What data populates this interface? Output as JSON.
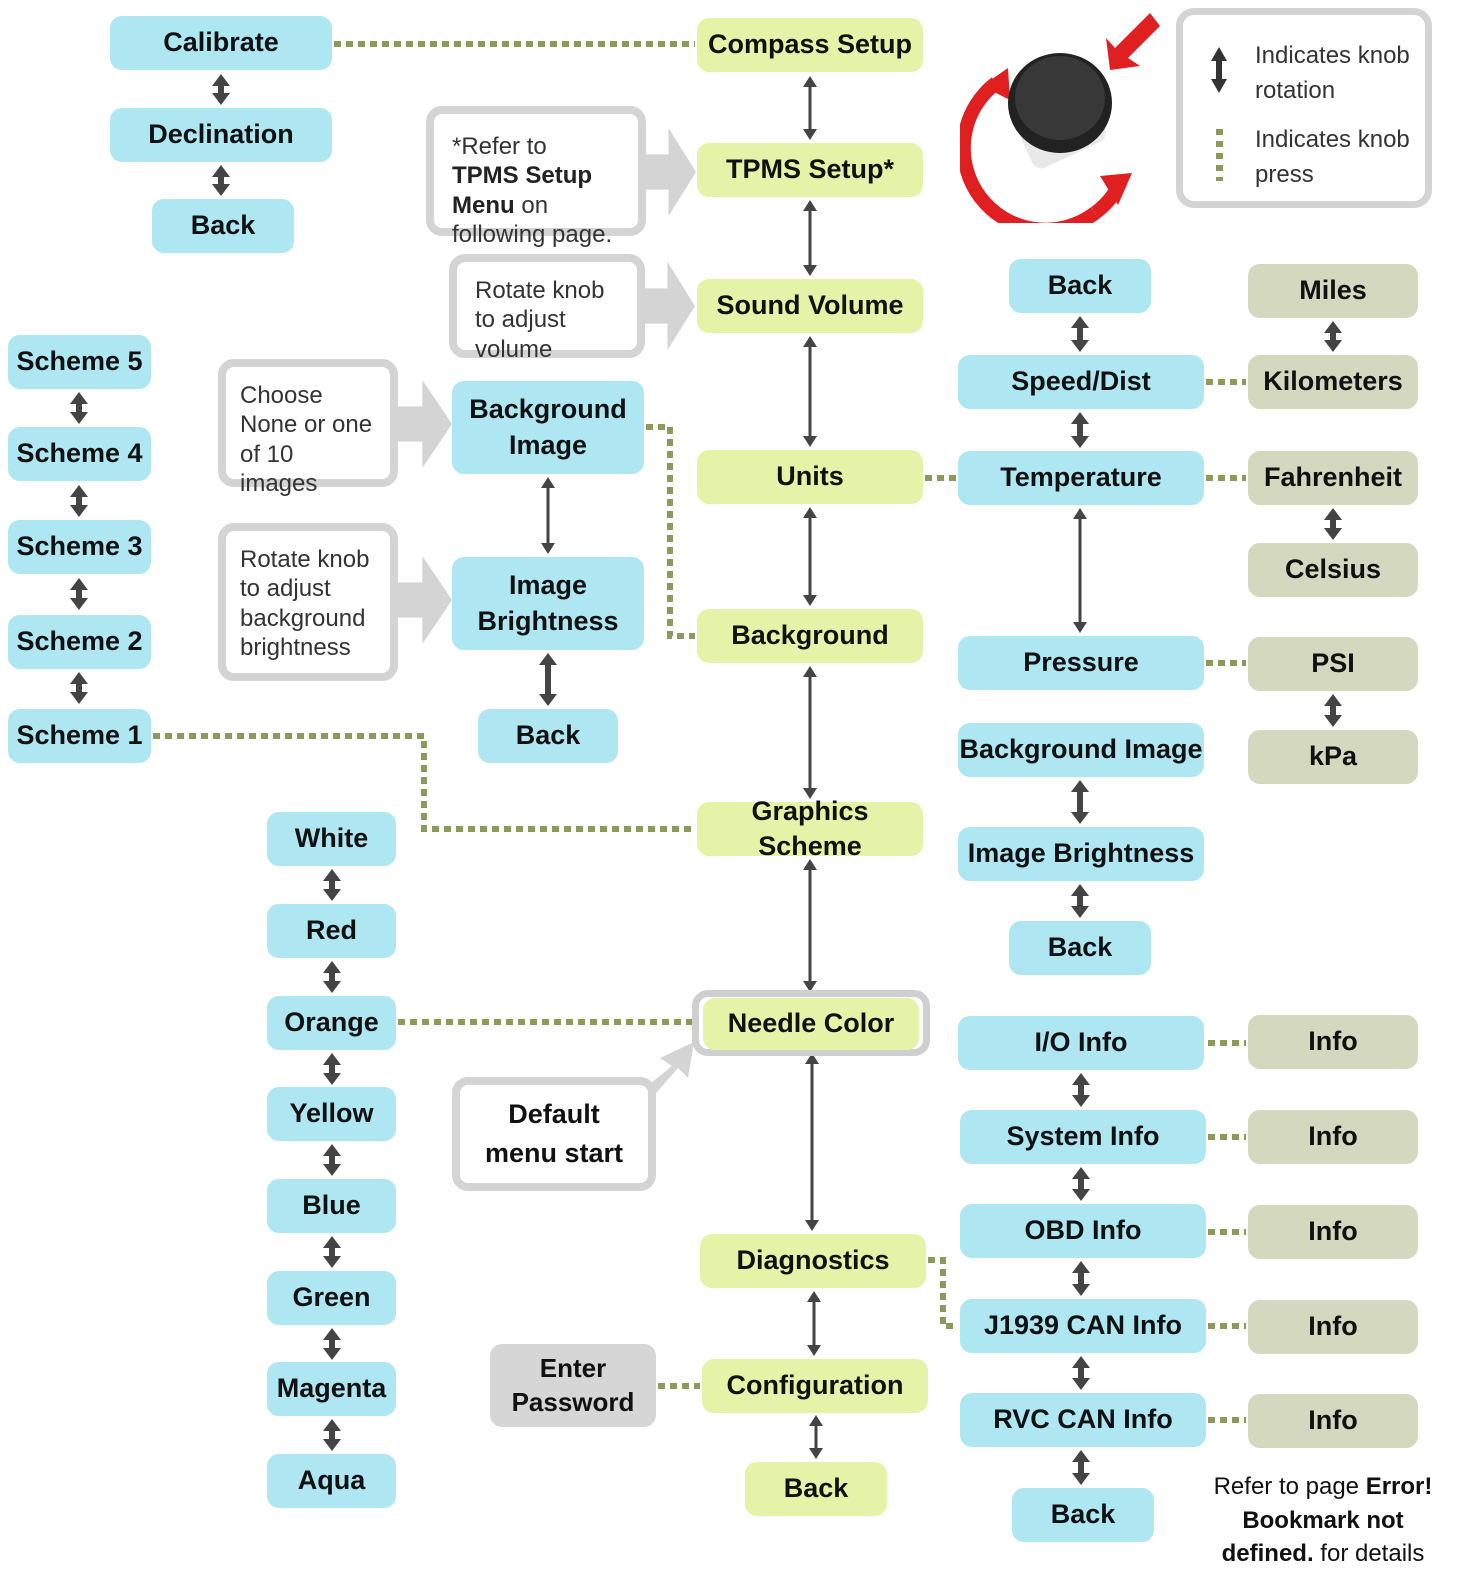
{
  "main_menu": {
    "compass_setup": "Compass Setup",
    "tpms_setup": "TPMS Setup*",
    "sound_volume": "Sound Volume",
    "units": "Units",
    "background": "Background",
    "graphics_scheme": "Graphics Scheme",
    "needle_color": "Needle Color",
    "diagnostics": "Diagnostics",
    "configuration": "Configuration",
    "back": "Back"
  },
  "compass_menu": {
    "calibrate": "Calibrate",
    "declination": "Declination",
    "back": "Back"
  },
  "background_menu": {
    "background_image": "Background Image",
    "image_brightness": "Image Brightness",
    "back": "Back"
  },
  "schemes": [
    "Scheme 5",
    "Scheme 4",
    "Scheme 3",
    "Scheme 2",
    "Scheme 1"
  ],
  "colors": [
    "White",
    "Red",
    "Orange",
    "Yellow",
    "Blue",
    "Green",
    "Magenta",
    "Aqua"
  ],
  "units_menu": {
    "back": "Back",
    "speed_dist": "Speed/Dist",
    "temperature": "Temperature",
    "pressure": "Pressure",
    "background_image": "Background Image",
    "image_brightness": "Image Brightness",
    "back2": "Back"
  },
  "unit_options": {
    "miles": "Miles",
    "kilometers": "Kilometers",
    "fahrenheit": "Fahrenheit",
    "celsius": "Celsius",
    "psi": "PSI",
    "kpa": "kPa"
  },
  "diagnostics_menu": {
    "io_info": "I/O Info",
    "system_info": "System Info",
    "obd_info": "OBD Info",
    "j1939_can_info": "J1939 CAN Info",
    "rvc_can_info": "RVC CAN Info",
    "back": "Back"
  },
  "info_label": "Info",
  "enter_password": "Enter Password",
  "notes": {
    "tpms_pre": "*Refer to ",
    "tpms_bold1": "TPMS",
    "tpms_bold2": "Setup Menu",
    "tpms_post": " on following page.",
    "volume": "Rotate knob to adjust volume",
    "choose_image": "Choose None or one of 10 images",
    "brightness": "Rotate knob to adjust background brightness",
    "default_start": "Default menu start"
  },
  "legend": {
    "rotation": "Indicates knob rotation",
    "press": "Indicates knob press"
  },
  "footnote": {
    "pre": "Refer to page ",
    "bold": "Error! Bookmark not defined.",
    "post": " for details"
  },
  "colors_palette": {
    "main": "#e4f3a8",
    "submenu": "#aee6f2",
    "option": "#d3d8bf",
    "password": "#d6d6d6",
    "arrow": "#444444",
    "dotted": "#8a9a5b"
  }
}
